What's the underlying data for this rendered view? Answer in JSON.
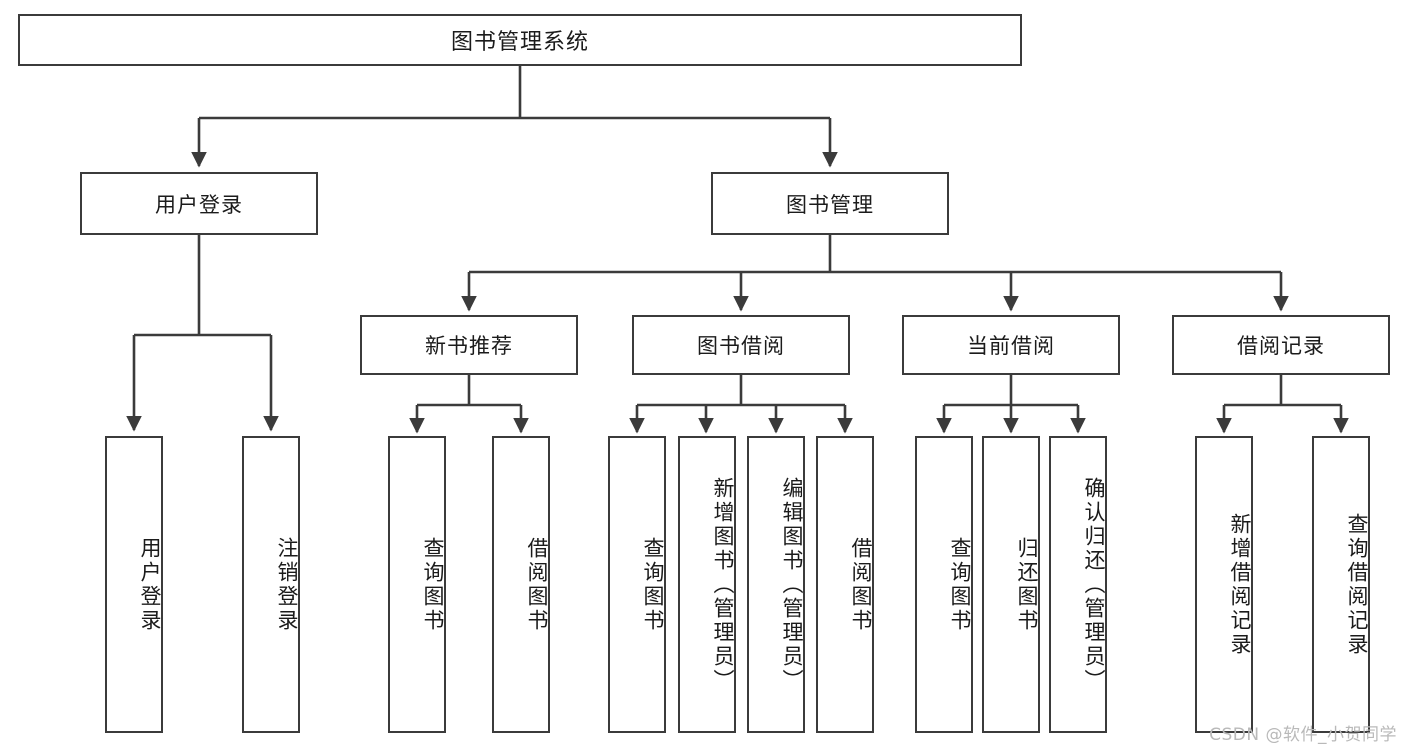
{
  "diagram": {
    "type": "tree-hierarchy-chart",
    "title": "图书管理系统",
    "colors": {
      "background": "#ffffff",
      "box_border": "#3b3b3b",
      "box_fill": "#ffffff",
      "connector": "#3b3b3b",
      "text": "#1b1b1b",
      "watermark": "#b9b9b9"
    },
    "root": {
      "label": "图书管理系统"
    },
    "level1": [
      {
        "label": "用户登录"
      },
      {
        "label": "图书管理"
      }
    ],
    "level2": [
      {
        "label": "新书推荐"
      },
      {
        "label": "图书借阅"
      },
      {
        "label": "当前借阅"
      },
      {
        "label": "借阅记录"
      }
    ],
    "leaves": {
      "user_login": [
        {
          "label": "用户登录"
        },
        {
          "label": "注销登录"
        }
      ],
      "new_book_recommend": [
        {
          "label": "查询图书"
        },
        {
          "label": "借阅图书"
        }
      ],
      "book_borrow": [
        {
          "label": "查询图书"
        },
        {
          "label": "新增图书（管理员）"
        },
        {
          "label": "编辑图书（管理员）"
        },
        {
          "label": "借阅图书"
        }
      ],
      "current_borrow": [
        {
          "label": "查询图书"
        },
        {
          "label": "归还图书"
        },
        {
          "label": "确认归还（管理员）"
        }
      ],
      "borrow_record": [
        {
          "label": "新增借阅记录"
        },
        {
          "label": "查询借阅记录"
        }
      ]
    },
    "watermark": "CSDN @软件_小贺同学"
  }
}
